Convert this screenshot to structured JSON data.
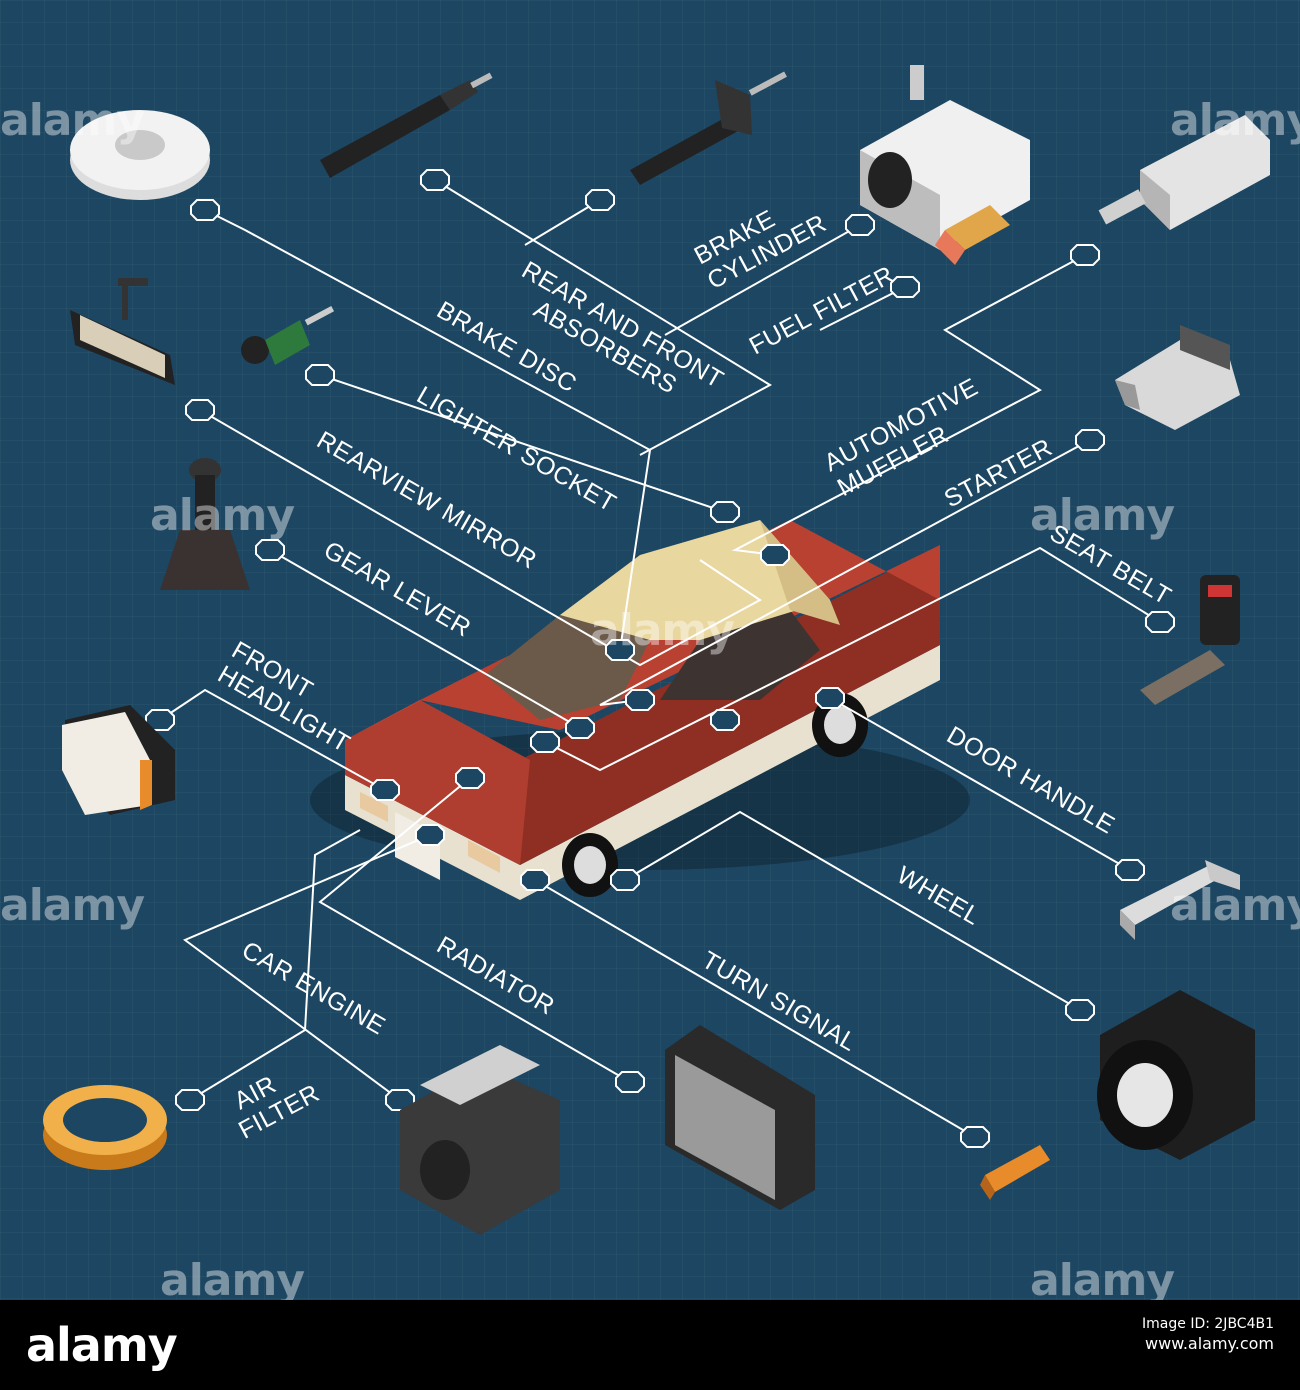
{
  "labels": {
    "brake_cylinder": [
      "BRAKE",
      "CYLINDER"
    ],
    "rear_front_absorbers": [
      "REAR AND FRONT",
      "ABSORBERS"
    ],
    "fuel_filter": "FUEL FILTER",
    "brake_disc": "BRAKE DISC",
    "lighter_socket": "LIGHTER SOCKET",
    "rearview_mirror": "REARVIEW MIRROR",
    "automotive_muffler": [
      "AUTOMOTIVE",
      "MUFFLER"
    ],
    "starter": "STARTER",
    "seat_belt": "SEAT BELT",
    "gear_lever": "GEAR LEVER",
    "front_headlight": [
      "FRONT",
      "HEADLIGHT"
    ],
    "door_handle": "DOOR HANDLE",
    "wheel": "WHEEL",
    "car_engine": "CAR ENGINE",
    "radiator": "RADIATOR",
    "turn_signal": "TURN SIGNAL",
    "air_filter": [
      "AIR",
      "FILTER"
    ]
  },
  "watermark": "alamy",
  "footer": {
    "brand": "alamy",
    "image_id": "Image ID: 2JBC4B1",
    "url": "www.alamy.com"
  },
  "colors": {
    "background": "#1c4661",
    "lines": "#ffffff",
    "car_body": "#a83a2c",
    "car_roof": "#e8d6a0"
  }
}
